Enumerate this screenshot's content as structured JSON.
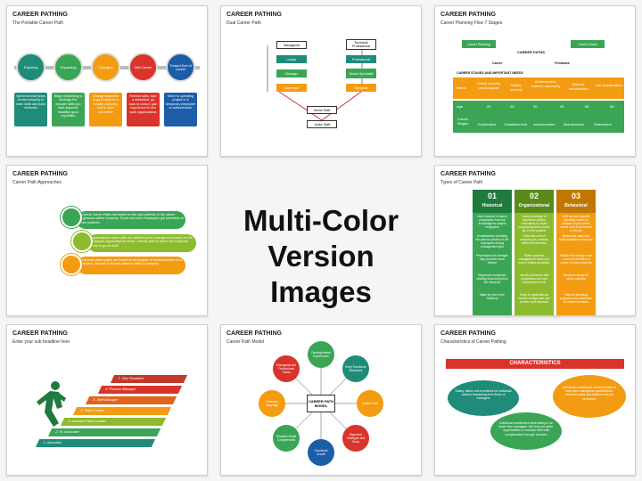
{
  "center_text": [
    "Multi-Color",
    "Version Images"
  ],
  "colors": {
    "green": "#3aa655",
    "orange": "#f39c12",
    "red": "#d9342b",
    "teal": "#1f8c7a",
    "blue": "#1c5da8",
    "navy": "#3a4a8c"
  },
  "slides": [
    {
      "title": "CAREER PATHING",
      "subtitle": "The Portable Career Path",
      "stages": [
        "Exploring",
        "Expanding",
        "Changing",
        "Mid-Career",
        "Toward End of Career"
      ],
      "notes": [
        "Spend several years at one company to learn skills and build networks",
        "Begin networking to leverage the broader skills you have acquired, establish good reputation",
        "Change industries or go to work for a smaller company that is more innovative",
        "Refresh skills, take a sabbatical, go back to school, gain experience in new work organizations",
        "Move to operating project or a temporary employee or subcontractor"
      ]
    },
    {
      "title": "CAREER PATHING",
      "subtitle": "Dual Career Path",
      "left": [
        "Managerial",
        "Leader",
        "Manager",
        "Supervisor"
      ],
      "right": [
        "Technical/ Professional",
        "Professional",
        "Senior Specialist",
        "Specialist"
      ],
      "bottom": [
        "Senior Staff",
        "Junior Staff"
      ]
    },
    {
      "title": "CAREER PATHING",
      "subtitle": "Career Planning Flow 7 Stages",
      "top": [
        "Career Planning",
        "CAREER PATHS",
        "Career Goals",
        "Career",
        "Feedback"
      ],
      "section": "CAREER STAGES AND IMPORTANT NEEDS",
      "needs_label": "Needs",
      "needs": [
        "Safety security physiological",
        "Safety, security",
        "Achievement, esteem, autonomy",
        "Esteem, actualization",
        "self-actualization"
      ],
      "age_label": "Age",
      "ages": [
        "20",
        "25",
        "30",
        "45",
        "55",
        "65"
      ],
      "stages_label": "Career Stages",
      "stages": [
        "Exploration",
        "Establishment",
        "Advancement",
        "Maintenance",
        "Retirement"
      ]
    },
    {
      "title": "CAREER PATHING",
      "subtitle": "Career Path Approaches",
      "items": [
        "Historical Career Paths are based on the past patterns of the career progression within company. Those who were employees got promotion to these positions",
        "Organizational career path are defined by the management based on the company's organizational needs - identify path to where the employee needs to go are built",
        "Behavioral career paths are based on an analysis of actual activities on a workplace, tailored to all work patterns within a company"
      ]
    },
    {
      "title": "CAREER PATHING",
      "subtitle": "Types of Career Path",
      "columns": [
        {
          "num": "01",
          "name": "Historical"
        },
        {
          "num": "02",
          "name": "Organizational"
        },
        {
          "num": "03",
          "name": "Behavioral"
        }
      ],
      "rows": [
        [
          "Uses histories of career progression from the knowledge/ex-subject employees",
          "Uses knowledge of experts/ex-subject consultants to model progressing from current job to next position",
          "Built and are logically specified, based on analysis of jobs where similar work environment in the job"
        ],
        [
          "Unsatisfactory revealing the past succession of the employees among management jobs",
          "Ends with a list of company job positions within the hierarchy",
          "Behavioral paths that easily facilitate moving into"
        ],
        [
          "Perpetuates the changes may incorrect views thereof",
          "Skilled positions management views and lead to realize promotion",
          "Enables the change more common interests in a series of career planning"
        ],
        [
          "Sequences comprised, creating dead-end jobs in the hierarchy",
          "Usually concerned with progression and new employment levels",
          "Situations shows for career planning"
        ],
        [
          "Make for jobs in the historical",
          "Helps in organizational career management and creates more exposure",
          "Helps in choosing programs and collaborate for more information"
        ]
      ]
    },
    {
      "title": "CAREER PATHING",
      "subtitle": "Enter your sub headline here",
      "steps": [
        "1. Associate",
        "2. Sr. Associate",
        "3. Assistant Team Leader",
        "4. Team Leader",
        "5. Shift Manager",
        "6. Process Manager",
        "7. Vice President"
      ]
    },
    {
      "title": "CAREER PATHING",
      "subtitle": "Career Path Model",
      "center": "CAREER PATH MODEL",
      "nodes": [
        "Developmental Experiences",
        "Entry Functional Movement",
        "Vertical Jobs",
        "Alignment Strategies and Goals",
        "Functional Growth",
        "Requires Broad Competencies",
        "Common Language",
        "Managerial and Professional Tracks"
      ]
    },
    {
      "title": "CAREER PATHING",
      "subtitle": "Characteristics of Career Pathing",
      "heading": "CHARACTERISTICS",
      "bubbles": [
        "Salary, status and incentives for individual careers forwarding from those of managers",
        "Individual contributors should be able to have their managerial qualifications, technical value and salaries and job promotion",
        "Individual contributors have salary is no lower than managers. But they are given opportunities to increase their total compensation through bonuses"
      ]
    }
  ]
}
